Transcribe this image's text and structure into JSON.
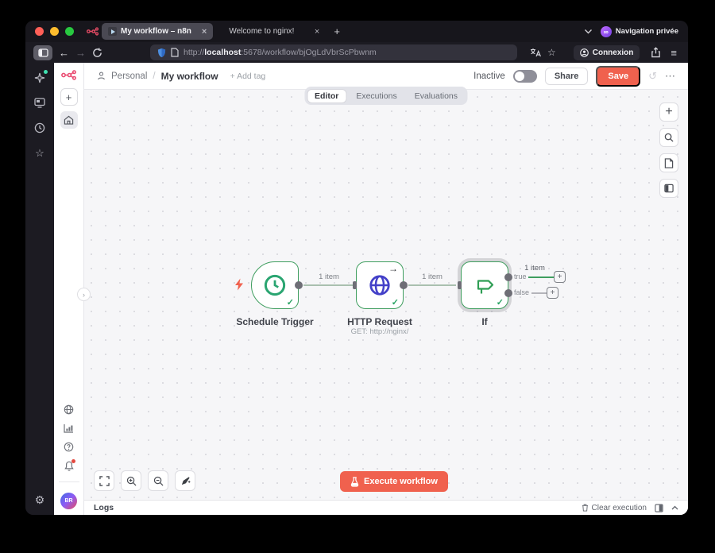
{
  "browser": {
    "tabs": [
      {
        "title": "My workflow – n8n"
      },
      {
        "title": "Welcome to nginx!"
      }
    ],
    "close_glyph": "×",
    "private_label": "Navigation privée",
    "url": {
      "scheme": "http://",
      "host": "localhost",
      "rest": ":5678/workflow/bjOgLdVbrScPbwnm"
    },
    "connexion_label": "Connexion"
  },
  "n8n": {
    "breadcrumb": {
      "project": "Personal",
      "separator": "/",
      "title": "My workflow",
      "add_tag": "+ Add tag"
    },
    "header": {
      "inactive_label": "Inactive",
      "share_label": "Share",
      "save_label": "Save"
    },
    "view_tabs": [
      "Editor",
      "Executions",
      "Evaluations"
    ],
    "canvas": {
      "nodes": {
        "schedule": {
          "name": "Schedule Trigger"
        },
        "http": {
          "name": "HTTP Request",
          "subtitle": "GET: http://nginx/"
        },
        "if": {
          "name": "If",
          "true_label": "true",
          "false_label": "false"
        }
      },
      "edge_labels": [
        "1 item",
        "1 item",
        "1 item"
      ]
    },
    "execute_label": "Execute workflow",
    "logs": {
      "title": "Logs",
      "clear_label": "Clear execution"
    },
    "avatar_initials": "BR"
  },
  "misc": {
    "plus": "+"
  },
  "colors": {
    "accent": "#f0614e",
    "node_green": "#3f9e5f",
    "globe_blue": "#4340c8",
    "n8n_pink": "#ea4b71",
    "private_purple": "#7542e5",
    "false_gray": "#b4b4ba"
  }
}
